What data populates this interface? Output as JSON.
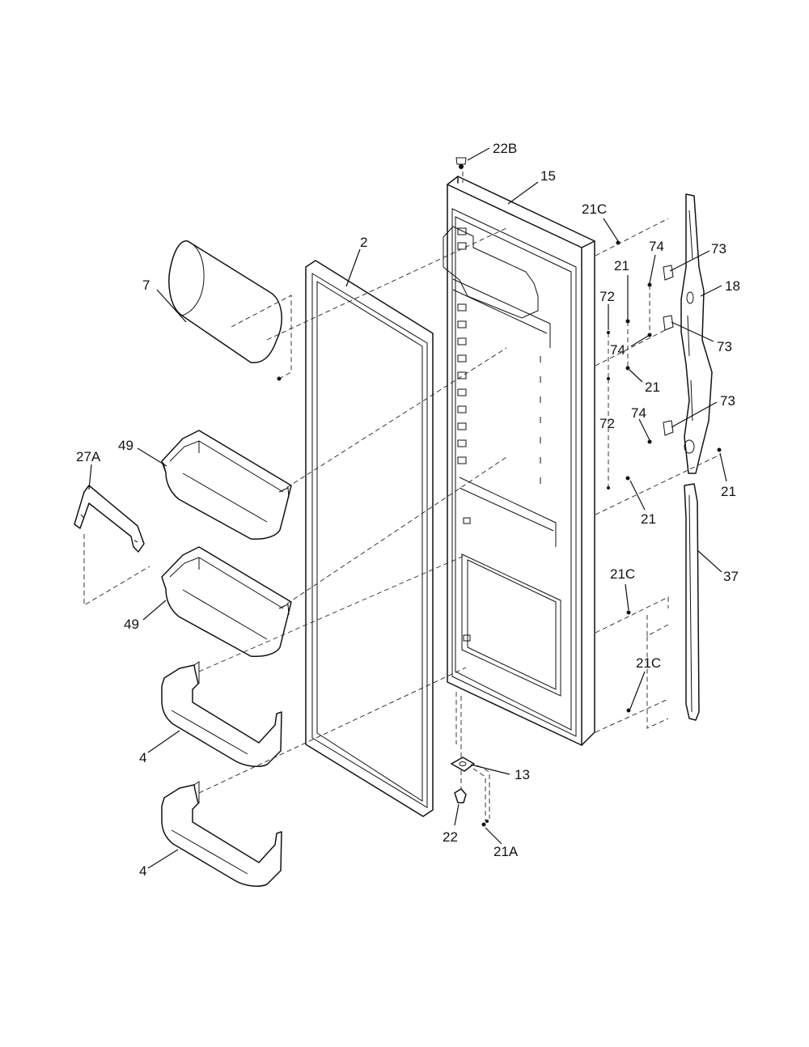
{
  "callouts": [
    {
      "id": "c22b",
      "text": "22B"
    },
    {
      "id": "c15",
      "text": "15"
    },
    {
      "id": "c21c-top",
      "text": "21C"
    },
    {
      "id": "c2",
      "text": "2"
    },
    {
      "id": "c74-a",
      "text": "74"
    },
    {
      "id": "c73-a",
      "text": "73"
    },
    {
      "id": "c7",
      "text": "7"
    },
    {
      "id": "c21-a",
      "text": "21"
    },
    {
      "id": "c18",
      "text": "18"
    },
    {
      "id": "c72-a",
      "text": "72"
    },
    {
      "id": "c74-b",
      "text": "74"
    },
    {
      "id": "c73-b",
      "text": "73"
    },
    {
      "id": "c21-b",
      "text": "21"
    },
    {
      "id": "c72-b",
      "text": "72"
    },
    {
      "id": "c74-c",
      "text": "74"
    },
    {
      "id": "c73-c",
      "text": "73"
    },
    {
      "id": "c49-a",
      "text": "49"
    },
    {
      "id": "c27a",
      "text": "27A"
    },
    {
      "id": "c21-c",
      "text": "21"
    },
    {
      "id": "c21-d",
      "text": "21"
    },
    {
      "id": "c37",
      "text": "37"
    },
    {
      "id": "c21c-mid",
      "text": "21C"
    },
    {
      "id": "c49-b",
      "text": "49"
    },
    {
      "id": "c21c-low",
      "text": "21C"
    },
    {
      "id": "c4-a",
      "text": "4"
    },
    {
      "id": "c13",
      "text": "13"
    },
    {
      "id": "c22",
      "text": "22"
    },
    {
      "id": "c21a",
      "text": "21A"
    },
    {
      "id": "c4-b",
      "text": "4"
    }
  ]
}
